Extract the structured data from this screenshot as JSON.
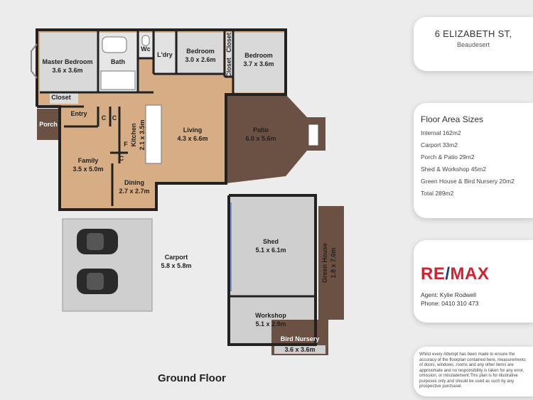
{
  "address": {
    "street": "6 ELIZABETH ST,",
    "suburb": "Beaudesert"
  },
  "areas": {
    "title": "Floor Area Sizes",
    "lines": [
      "Internal 162m2",
      " Carport 33m2",
      "Porch & Patio 29m2",
      "Shed & Workshop 45m2",
      "Green House & Bird Nursery 20m2",
      "Total 289m2"
    ]
  },
  "agent": {
    "logo_left": "RE",
    "logo_sep": "/",
    "logo_right": "MAX",
    "name": "Agent: Kylie Rodwell",
    "phone": "Phone: 0410 310 473",
    "logo_color": "#d5202f",
    "logo_sep_color": "#1a3b8c"
  },
  "disclaimer": "Whilst every Attempt has been made to ensure the accuracy of the floorplan contained here, measurements of doors, windows, rooms and any other items are approximate and no responsibility is taken for any error, omission, or misstatement.This plan is for illustrative purposes only and should be used as such by any prospective purchaser.",
  "floor_title": "Ground Floor",
  "colors": {
    "floor": "#d6ad84",
    "outdoor": "#6b5144",
    "wall": "#222222",
    "shed": "#cfcfcf",
    "carport": "#cfcfcf"
  },
  "rooms": {
    "master": {
      "name": "Master Bedroom",
      "size": "3.6 x 3.6m"
    },
    "bath": {
      "name": "Bath"
    },
    "wc": {
      "name": "Wc"
    },
    "ldry": {
      "name": "L'dry"
    },
    "bed2": {
      "name": "Bedroom",
      "size": "3.0 x 2.6m"
    },
    "bed3": {
      "name": "Bedroom",
      "size": "3.7 x 3.6m"
    },
    "closet_master": {
      "name": "Closet"
    },
    "closet_bed_a": {
      "name": "Closet"
    },
    "closet_bed_b": {
      "name": "Closet"
    },
    "entry": {
      "name": "Entry"
    },
    "porch": {
      "name": "Porch"
    },
    "c1": {
      "name": "C"
    },
    "c2": {
      "name": "C"
    },
    "c3": {
      "name": "C"
    },
    "fridge": {
      "name": "F"
    },
    "kitchen": {
      "name": "Kitchen",
      "size": "2.1 x 3.5m"
    },
    "living": {
      "name": "Living",
      "size": "4.3 x 6.6m"
    },
    "patio": {
      "name": "Patio",
      "size": "6.0 x 5.6m"
    },
    "family": {
      "name": "Family",
      "size": "3.5 x 5.0m"
    },
    "dining": {
      "name": "Dining",
      "size": "2.7 x 2.7m"
    },
    "carport": {
      "name": "Carport",
      "size": "5.8 x 5.8m"
    },
    "shed": {
      "name": "Shed",
      "size": "5.1 x 6.1m"
    },
    "greenhouse": {
      "name": "Green House",
      "size": "1.8 x 7.0m"
    },
    "workshop": {
      "name": "Workshop",
      "size": "5.1 x 2.9m"
    },
    "birdnursery": {
      "name": "Bird Nursery",
      "size": "3.6 x 3.6m"
    }
  }
}
